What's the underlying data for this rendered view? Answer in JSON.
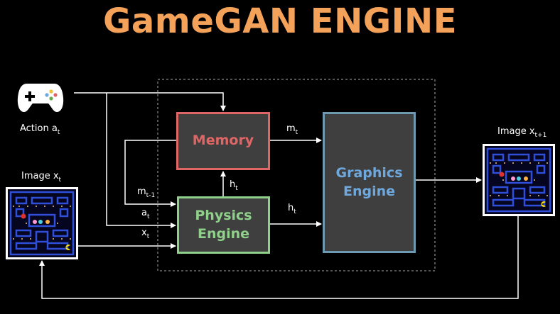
{
  "title": "GameGAN ENGINE",
  "labels": {
    "action": "Action a",
    "action_sub": "t",
    "image_in": "Image x",
    "image_in_sub": "t",
    "image_out": "Image x",
    "image_out_sub": "t+1",
    "m_t": "m",
    "m_t_sub": "t",
    "h_t_up": "h",
    "h_t_up_sub": "t",
    "h_t": "h",
    "h_t_sub": "t",
    "m_prev": "m",
    "m_prev_sub": "t-1",
    "a_t": "a",
    "a_t_sub": "t",
    "x_t": "x",
    "x_t_sub": "t"
  },
  "blocks": {
    "memory": "Memory",
    "physics_line1": "Physics",
    "physics_line2": "Engine",
    "graphics_line1": "Graphics",
    "graphics_line2": "Engine"
  },
  "colors": {
    "title": "#f4a259",
    "memory": "#e06666",
    "physics": "#8fd18a",
    "graphics": "#6fa8dc"
  },
  "icons": {
    "controller": "gamepad-icon"
  }
}
